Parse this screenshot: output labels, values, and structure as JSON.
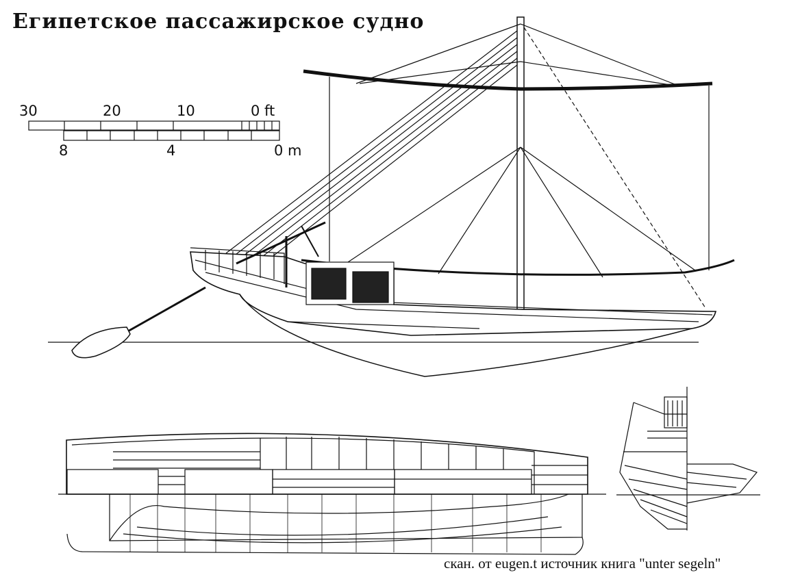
{
  "title": "Египетское пассажирское судно",
  "scale": {
    "feet_labels": [
      "30",
      "20",
      "10",
      "0 ft"
    ],
    "meter_labels": [
      "8",
      "4",
      "0 m"
    ]
  },
  "caption": "скан. от eugen.t источник книга  \"unter segeln\""
}
